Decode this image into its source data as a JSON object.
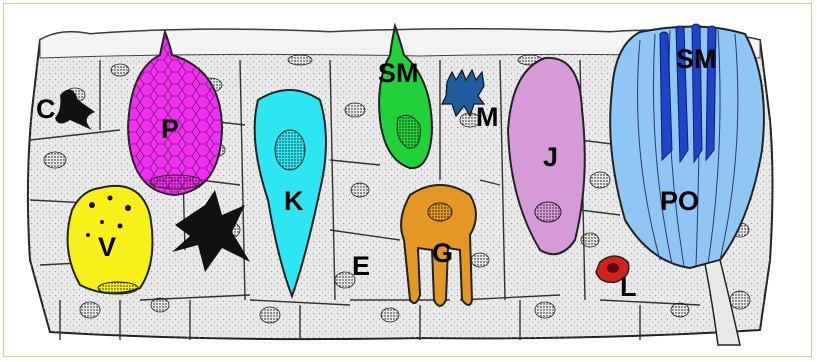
{
  "labels": {
    "c": "C",
    "p": "P",
    "sm_left": "SM",
    "m": "M",
    "j": "J",
    "sm_right": "SM",
    "k": "K",
    "v": "V",
    "e": "E",
    "g": "G",
    "po": "PO",
    "l": "L"
  },
  "colors": {
    "tissue": "#e9e9e9",
    "cell_outline": "#222222",
    "frame_border": "#c7d67a",
    "p_cell": "#f02ff0",
    "k_cell": "#2ee6f2",
    "sm_left_cell": "#22d13a",
    "m_cell": "#1f5c9e",
    "j_cell": "#d79ad9",
    "po_organ": "#8fc6f5",
    "po_sm": "#1f44c7",
    "v_cell": "#f7f01a",
    "g_cell": "#e49722",
    "l_cell": "#d2231b",
    "c_cell": "#111111",
    "nucleus": "#333333"
  }
}
